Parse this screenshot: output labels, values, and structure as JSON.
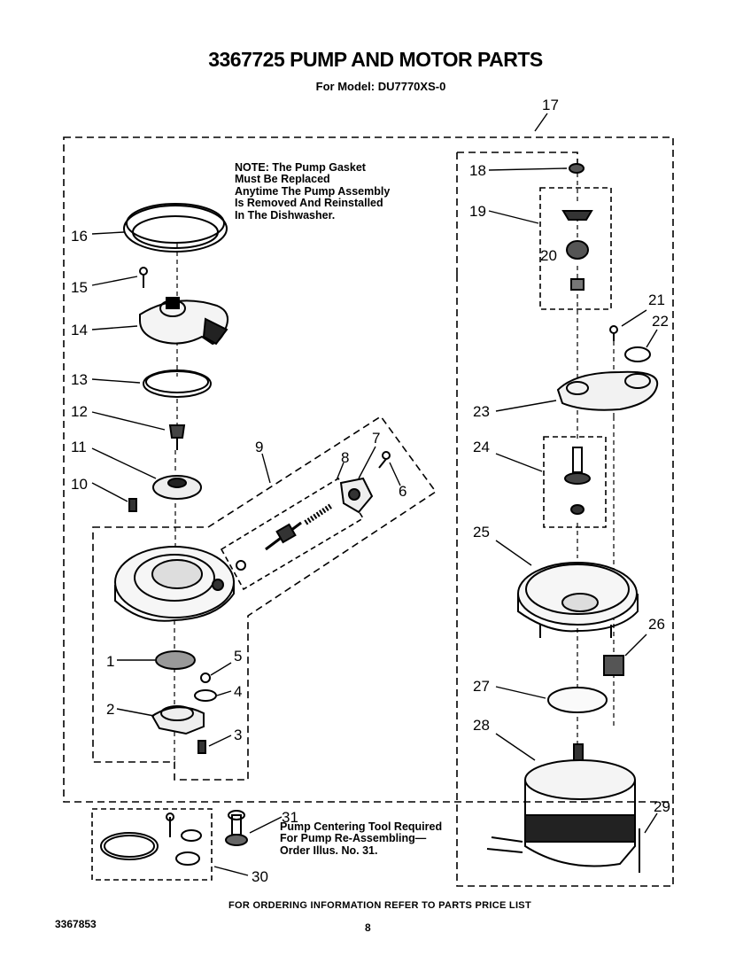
{
  "header": {
    "title": "3367725 PUMP AND MOTOR PARTS",
    "subtitle": "For Model: DU7770XS-0"
  },
  "note": {
    "lines": [
      "NOTE: The Pump Gasket",
      "Must Be Replaced",
      "Anytime The Pump Assembly",
      "Is Removed And Reinstalled",
      "In The Dishwasher."
    ]
  },
  "tool_note": {
    "lines": [
      "Pump Centering Tool Required",
      "For Pump Re-Assembling—",
      "Order Illus. No. 31."
    ]
  },
  "callouts": [
    "1",
    "2",
    "3",
    "4",
    "5",
    "6",
    "7",
    "8",
    "9",
    "10",
    "11",
    "12",
    "13",
    "14",
    "15",
    "16",
    "17",
    "18",
    "19",
    "20",
    "21",
    "22",
    "23",
    "24",
    "25",
    "26",
    "27",
    "28",
    "29",
    "30",
    "31"
  ],
  "footer": {
    "ordering_info": "FOR ORDERING INFORMATION REFER TO PARTS PRICE LIST",
    "doc_number": "3367853",
    "page_number": "8"
  }
}
